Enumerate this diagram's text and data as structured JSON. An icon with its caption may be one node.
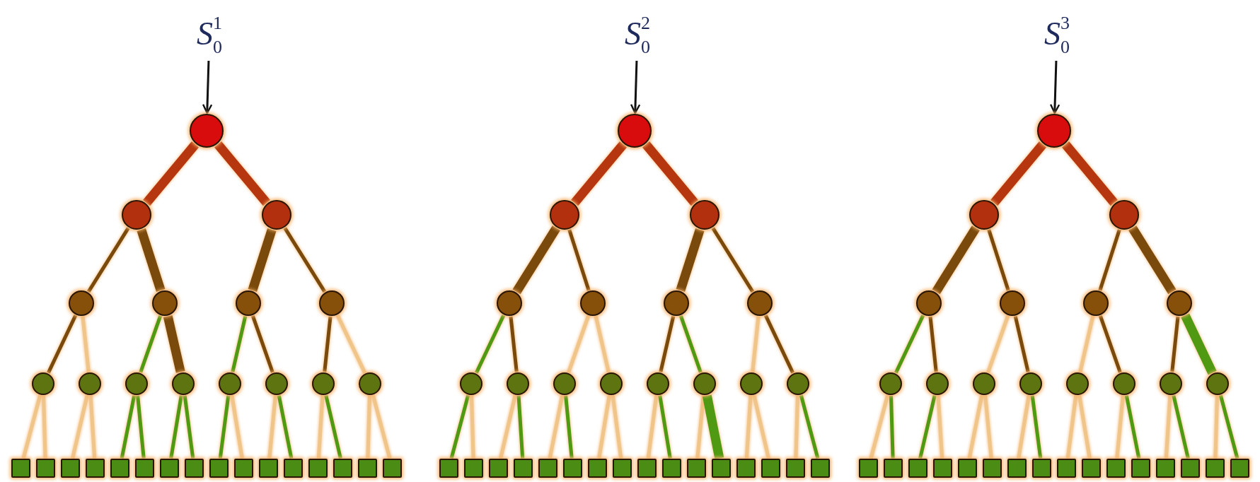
{
  "diagram": {
    "nodes": [
      {
        "text": [
          "S$_{0}$$^{1}$"
        ]
      },
      {
        "text": [],
        "shape": "circle"
      },
      {
        "text": [],
        "shape": "circle"
      },
      {
        "text": [],
        "shape": "circle"
      },
      {
        "text": [],
        "shape": "circle"
      },
      {
        "text": [],
        "shape": "circle"
      },
      {
        "text": [],
        "shape": "circle"
      },
      {
        "text": [],
        "shape": "circle"
      },
      {
        "text": [],
        "shape": "circle"
      },
      {
        "text": [],
        "shape": "circle"
      },
      {
        "text": [],
        "shape": "circle"
      },
      {
        "text": [],
        "shape": "circle"
      },
      {
        "text": [],
        "shape": "circle"
      },
      {
        "text": [],
        "shape": "circle"
      },
      {
        "text": [],
        "shape": "circle"
      },
      {
        "text": [],
        "shape": "circle"
      },
      {
        "text": [],
        "shape": "box"
      },
      {
        "text": [],
        "shape": "box"
      },
      {
        "text": [],
        "shape": "box"
      },
      {
        "text": [],
        "shape": "box"
      },
      {
        "text": [],
        "shape": "box"
      },
      {
        "text": [],
        "shape": "box"
      },
      {
        "text": [],
        "shape": "box"
      },
      {
        "text": [],
        "shape": "box"
      },
      {
        "text": [],
        "shape": "box"
      },
      {
        "text": [],
        "shape": "box"
      },
      {
        "text": [],
        "shape": "box"
      },
      {
        "text": [],
        "shape": "box"
      },
      {
        "text": [],
        "shape": "box"
      },
      {
        "text": [],
        "shape": "box"
      },
      {
        "text": [],
        "shape": "box"
      },
      {
        "text": [],
        "shape": "box"
      },
      {
        "text": [
          "S$_{0}$$^{2}$"
        ]
      },
      {
        "text": [],
        "shape": "circle"
      },
      {
        "text": [],
        "shape": "circle"
      },
      {
        "text": [],
        "shape": "circle"
      },
      {
        "text": [],
        "shape": "circle"
      },
      {
        "text": [],
        "shape": "circle"
      },
      {
        "text": [],
        "shape": "circle"
      },
      {
        "text": [],
        "shape": "circle"
      },
      {
        "text": [],
        "shape": "circle"
      },
      {
        "text": [],
        "shape": "circle"
      },
      {
        "text": [],
        "shape": "circle"
      },
      {
        "text": [],
        "shape": "circle"
      },
      {
        "text": [],
        "shape": "circle"
      },
      {
        "text": [],
        "shape": "circle"
      },
      {
        "text": [],
        "shape": "circle"
      },
      {
        "text": [],
        "shape": "circle"
      },
      {
        "text": [],
        "shape": "box"
      },
      {
        "text": [],
        "shape": "box"
      },
      {
        "text": [],
        "shape": "box"
      },
      {
        "text": [],
        "shape": "box"
      },
      {
        "text": [],
        "shape": "box"
      },
      {
        "text": [],
        "shape": "box"
      },
      {
        "text": [],
        "shape": "box"
      },
      {
        "text": [],
        "shape": "box"
      },
      {
        "text": [],
        "shape": "box"
      },
      {
        "text": [],
        "shape": "box"
      },
      {
        "text": [],
        "shape": "box"
      },
      {
        "text": [],
        "shape": "box"
      },
      {
        "text": [],
        "shape": "box"
      },
      {
        "text": [],
        "shape": "box"
      },
      {
        "text": [],
        "shape": "box"
      },
      {
        "text": [],
        "shape": "box"
      },
      {
        "text": [
          "S$_{0}$$^{3}$"
        ]
      },
      {
        "text": [],
        "shape": "circle"
      },
      {
        "text": [],
        "shape": "circle"
      },
      {
        "text": [],
        "shape": "circle"
      },
      {
        "text": [],
        "shape": "circle"
      },
      {
        "text": [],
        "shape": "circle"
      },
      {
        "text": [],
        "shape": "circle"
      },
      {
        "text": [],
        "shape": "circle"
      },
      {
        "text": [],
        "shape": "circle"
      },
      {
        "text": [],
        "shape": "circle"
      },
      {
        "text": [],
        "shape": "circle"
      },
      {
        "text": [],
        "shape": "circle"
      },
      {
        "text": [],
        "shape": "circle"
      },
      {
        "text": [],
        "shape": "circle"
      },
      {
        "text": [],
        "shape": "circle"
      },
      {
        "text": [],
        "shape": "circle"
      },
      {
        "text": [],
        "shape": "box"
      },
      {
        "text": [],
        "shape": "box"
      },
      {
        "text": [],
        "shape": "box"
      },
      {
        "text": [],
        "shape": "box"
      },
      {
        "text": [],
        "shape": "box"
      },
      {
        "text": [],
        "shape": "box"
      },
      {
        "text": [],
        "shape": "box"
      },
      {
        "text": [],
        "shape": "box"
      },
      {
        "text": [],
        "shape": "box"
      },
      {
        "text": [],
        "shape": "box"
      },
      {
        "text": [],
        "shape": "box"
      },
      {
        "text": [],
        "shape": "box"
      },
      {
        "text": [],
        "shape": "box"
      },
      {
        "text": [],
        "shape": "box"
      },
      {
        "text": [],
        "shape": "box"
      },
      {
        "text": [],
        "shape": "box"
      }
    ],
    "edges": [
      {
        "from": 0,
        "to": 1,
        "arrow": "to",
        "color": "#111111"
      },
      {
        "from": 1,
        "to": 2,
        "arrow": "none",
        "style": "thick",
        "color": "#b5360f"
      },
      {
        "from": 1,
        "to": 3,
        "arrow": "none",
        "style": "thick",
        "color": "#b5360f"
      },
      {
        "from": 2,
        "to": 4,
        "arrow": "none",
        "color": "#7a4a0c"
      },
      {
        "from": 2,
        "to": 5,
        "arrow": "none",
        "style": "thick",
        "color": "#7a4a0c"
      },
      {
        "from": 3,
        "to": 6,
        "arrow": "none",
        "style": "thick",
        "color": "#7a4a0c"
      },
      {
        "from": 3,
        "to": 7,
        "arrow": "none",
        "color": "#7a4a0c"
      },
      {
        "from": 4,
        "to": 8,
        "arrow": "none",
        "color": "#7a4a0c"
      },
      {
        "from": 4,
        "to": 9,
        "arrow": "none"
      },
      {
        "from": 5,
        "to": 10,
        "arrow": "none",
        "color": "#4f9a12"
      },
      {
        "from": 5,
        "to": 11,
        "arrow": "none",
        "style": "thick",
        "color": "#7a4a0c"
      },
      {
        "from": 6,
        "to": 12,
        "arrow": "none",
        "color": "#4f9a12"
      },
      {
        "from": 6,
        "to": 13,
        "arrow": "none",
        "color": "#7a4a0c"
      },
      {
        "from": 7,
        "to": 14,
        "arrow": "none",
        "color": "#7a4a0c"
      },
      {
        "from": 7,
        "to": 15,
        "arrow": "none"
      },
      {
        "from": 8,
        "to": 16,
        "arrow": "none"
      },
      {
        "from": 8,
        "to": 17,
        "arrow": "none"
      },
      {
        "from": 9,
        "to": 18,
        "arrow": "none"
      },
      {
        "from": 9,
        "to": 19,
        "arrow": "none"
      },
      {
        "from": 10,
        "to": 20,
        "arrow": "none",
        "color": "#4f9a12"
      },
      {
        "from": 10,
        "to": 21,
        "arrow": "none",
        "color": "#4f9a12"
      },
      {
        "from": 11,
        "to": 22,
        "arrow": "none",
        "color": "#4f9a12"
      },
      {
        "from": 11,
        "to": 23,
        "arrow": "none",
        "color": "#4f9a12"
      },
      {
        "from": 12,
        "to": 24,
        "arrow": "none",
        "color": "#4f9a12"
      },
      {
        "from": 12,
        "to": 25,
        "arrow": "none"
      },
      {
        "from": 13,
        "to": 26,
        "arrow": "none"
      },
      {
        "from": 13,
        "to": 27,
        "arrow": "none",
        "color": "#4f9a12"
      },
      {
        "from": 14,
        "to": 28,
        "arrow": "none"
      },
      {
        "from": 14,
        "to": 29,
        "arrow": "none",
        "color": "#4f9a12"
      },
      {
        "from": 15,
        "to": 30,
        "arrow": "none"
      },
      {
        "from": 15,
        "to": 31,
        "arrow": "none"
      },
      {
        "from": 32,
        "to": 33,
        "arrow": "to",
        "color": "#111111"
      },
      {
        "from": 33,
        "to": 34,
        "arrow": "none",
        "style": "thick",
        "color": "#b5360f"
      },
      {
        "from": 33,
        "to": 35,
        "arrow": "none",
        "style": "thick",
        "color": "#b5360f"
      },
      {
        "from": 34,
        "to": 36,
        "arrow": "none",
        "style": "thick",
        "color": "#7a4a0c"
      },
      {
        "from": 34,
        "to": 37,
        "arrow": "none",
        "color": "#7a4a0c"
      },
      {
        "from": 35,
        "to": 38,
        "arrow": "none",
        "style": "thick",
        "color": "#7a4a0c"
      },
      {
        "from": 35,
        "to": 39,
        "arrow": "none",
        "color": "#7a4a0c"
      },
      {
        "from": 36,
        "to": 40,
        "arrow": "none",
        "color": "#4f9a12"
      },
      {
        "from": 36,
        "to": 41,
        "arrow": "none",
        "color": "#7a4a0c"
      },
      {
        "from": 37,
        "to": 42,
        "arrow": "none"
      },
      {
        "from": 37,
        "to": 43,
        "arrow": "none"
      },
      {
        "from": 38,
        "to": 44,
        "arrow": "none",
        "color": "#7a4a0c"
      },
      {
        "from": 38,
        "to": 45,
        "arrow": "none",
        "color": "#4f9a12"
      },
      {
        "from": 39,
        "to": 46,
        "arrow": "none"
      },
      {
        "from": 39,
        "to": 47,
        "arrow": "none",
        "color": "#7a4a0c"
      },
      {
        "from": 40,
        "to": 48,
        "arrow": "none",
        "color": "#4f9a12"
      },
      {
        "from": 40,
        "to": 49,
        "arrow": "none"
      },
      {
        "from": 41,
        "to": 50,
        "arrow": "none"
      },
      {
        "from": 41,
        "to": 51,
        "arrow": "none",
        "color": "#4f9a12"
      },
      {
        "from": 42,
        "to": 52,
        "arrow": "none"
      },
      {
        "from": 42,
        "to": 53,
        "arrow": "none",
        "color": "#4f9a12"
      },
      {
        "from": 43,
        "to": 54,
        "arrow": "none"
      },
      {
        "from": 43,
        "to": 55,
        "arrow": "none"
      },
      {
        "from": 44,
        "to": 56,
        "arrow": "none"
      },
      {
        "from": 44,
        "to": 57,
        "arrow": "none",
        "color": "#4f9a12"
      },
      {
        "from": 45,
        "to": 58,
        "arrow": "none"
      },
      {
        "from": 45,
        "to": 59,
        "arrow": "none",
        "style": "thick",
        "color": "#4f9a12"
      },
      {
        "from": 46,
        "to": 60,
        "arrow": "none"
      },
      {
        "from": 46,
        "to": 61,
        "arrow": "none"
      },
      {
        "from": 47,
        "to": 62,
        "arrow": "none"
      },
      {
        "from": 47,
        "to": 63,
        "arrow": "none",
        "color": "#4f9a12"
      },
      {
        "from": 64,
        "to": 65,
        "arrow": "to",
        "color": "#111111"
      },
      {
        "from": 65,
        "to": 66,
        "arrow": "none",
        "style": "thick",
        "color": "#b5360f"
      },
      {
        "from": 65,
        "to": 67,
        "arrow": "none",
        "style": "thick",
        "color": "#b5360f"
      },
      {
        "from": 66,
        "to": 68,
        "arrow": "none",
        "style": "thick",
        "color": "#7a4a0c"
      },
      {
        "from": 66,
        "to": 69,
        "arrow": "none",
        "color": "#7a4a0c"
      },
      {
        "from": 67,
        "to": 70,
        "arrow": "none",
        "color": "#7a4a0c"
      },
      {
        "from": 67,
        "to": 71,
        "arrow": "none",
        "style": "thick",
        "color": "#7a4a0c"
      },
      {
        "from": 68,
        "to": 72,
        "arrow": "none",
        "color": "#4f9a12"
      },
      {
        "from": 68,
        "to": 73,
        "arrow": "none",
        "color": "#7a4a0c"
      },
      {
        "from": 69,
        "to": 74,
        "arrow": "none"
      },
      {
        "from": 69,
        "to": 75,
        "arrow": "none",
        "color": "#7a4a0c"
      },
      {
        "from": 70,
        "to": 76,
        "arrow": "none"
      },
      {
        "from": 70,
        "to": 77,
        "arrow": "none",
        "color": "#7a4a0c"
      },
      {
        "from": 71,
        "to": 78,
        "arrow": "none",
        "color": "#7a4a0c"
      },
      {
        "from": 71,
        "to": 79,
        "arrow": "none",
        "style": "thick",
        "color": "#4f9a12"
      },
      {
        "from": 72,
        "to": 80,
        "arrow": "none"
      },
      {
        "from": 72,
        "to": 81,
        "arrow": "none",
        "color": "#4f9a12"
      },
      {
        "from": 73,
        "to": 82,
        "arrow": "none",
        "color": "#4f9a12"
      },
      {
        "from": 73,
        "to": 83,
        "arrow": "none"
      },
      {
        "from": 74,
        "to": 84,
        "arrow": "none"
      },
      {
        "from": 74,
        "to": 85,
        "arrow": "none"
      },
      {
        "from": 75,
        "to": 86,
        "arrow": "none"
      },
      {
        "from": 75,
        "to": 87,
        "arrow": "none",
        "color": "#4f9a12"
      },
      {
        "from": 76,
        "to": 88,
        "arrow": "none"
      },
      {
        "from": 76,
        "to": 89,
        "arrow": "none"
      },
      {
        "from": 77,
        "to": 90,
        "arrow": "none"
      },
      {
        "from": 77,
        "to": 91,
        "arrow": "none",
        "color": "#4f9a12"
      },
      {
        "from": 78,
        "to": 92,
        "arrow": "none"
      },
      {
        "from": 78,
        "to": 93,
        "arrow": "none",
        "color": "#4f9a12"
      },
      {
        "from": 79,
        "to": 94,
        "arrow": "none"
      },
      {
        "from": 79,
        "to": 95,
        "arrow": "none",
        "color": "#4f9a12"
      }
    ]
  }
}
